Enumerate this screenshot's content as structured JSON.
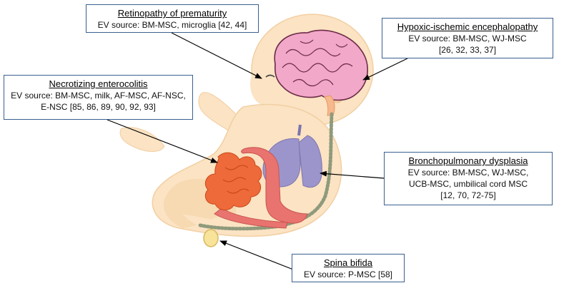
{
  "callouts": {
    "rop": {
      "title": "Retinopathy of prematurity",
      "lines": [
        "EV source: BM-MSC, microglia [42, 44]"
      ]
    },
    "hie": {
      "title": "Hypoxic-ischemic encephalopathy",
      "lines": [
        "EV source: BM-MSC, WJ-MSC",
        "[26, 32, 33, 37]"
      ]
    },
    "nec": {
      "title": "Necrotizing enterocolitis",
      "lines": [
        "EV source: BM-MSC, milk, AF-MSC, AF-NSC,",
        "E-NSC [85, 86, 89, 90, 92, 93]"
      ]
    },
    "bpd": {
      "title": "Bronchopulmonary dysplasia",
      "lines": [
        "EV source: BM-MSC, WJ-MSC,",
        "UCB-MSC, umbilical cord MSC",
        "[12, 70, 72-75]"
      ]
    },
    "sb": {
      "title": "Spina bifida",
      "lines": [
        "EV source: P-MSC [58]"
      ]
    }
  },
  "colors": {
    "skin": "#fbe3c3",
    "skin_outline": "#f2cfa3",
    "brain": "#f2a8c8",
    "brain_outline": "#6b2a48",
    "lungs": "#9c95cc",
    "colon": "#e8736f",
    "small_intestine": "#ee6a3a",
    "spine": "#8f9a7c",
    "box_border": "#3a5f8f",
    "arrow": "#000000"
  }
}
